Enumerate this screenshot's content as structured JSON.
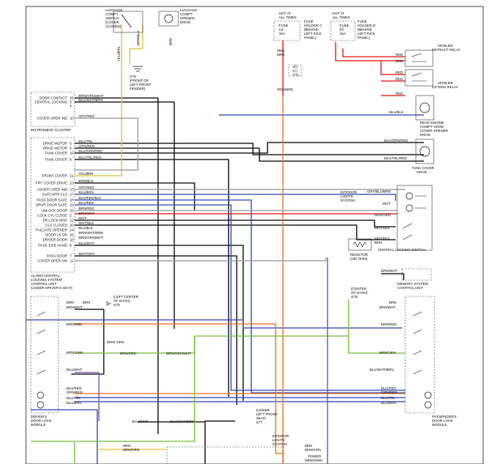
{
  "colors": {
    "black": "#101010",
    "blue": "#3a4fb8",
    "red": "#e02020",
    "orange": "#e07a2a",
    "yellow": "#e0c340",
    "green": "#7ac143",
    "violet": "#7a55b8",
    "gray": "#9a9a9a",
    "brown": "#8a6a3a"
  },
  "components": {
    "luggage_switch": [
      "LUGGAGE",
      "COMPT",
      "SWITCH",
      "(COVER",
      "CLOSED)"
    ],
    "luggage_opener": [
      "LUGGAGE",
      "COMPT",
      "OPENER",
      "DRIVE"
    ],
    "hot_c": [
      "HOT AT",
      "ALL TIMES"
    ],
    "fuse_c": [
      "FUSE",
      "C2",
      "15A"
    ],
    "fuse_holder_c": [
      "FUSE",
      "HOLDER C",
      "(BEHIND",
      "LEFT KICK",
      "PANEL)"
    ],
    "hot_d": [
      "HOT AT",
      "ALL TIMES"
    ],
    "fuse_d": [
      "FUSE",
      "D7",
      "15A"
    ],
    "fuse_holder_d": [
      "FUSE",
      "HOLDER D",
      "(BEHIND",
      "LEFT KICK",
      "PANEL)"
    ],
    "spoiler_retract": [
      "SPOILER",
      "RETRACT RELAY"
    ],
    "spoiler_extend": [
      "SPOILER",
      "EXTEND RELAY"
    ],
    "g_front": [
      "G*D",
      "(FRONT OF",
      "LEFT FRONT",
      "FENDER)"
    ],
    "jc": [
      "J/C",
      "(C)",
      "ST1"
    ],
    "instrument_cluster": "INSTRUMENT CLUSTER",
    "rear_engine_cover": [
      "REAR ENGINE",
      "COMPT HOOD",
      "COVER OPENER",
      "DRIVE"
    ],
    "tank_cover_drive": [
      "TANK COVER",
      "DRIVE"
    ],
    "interior_lights": [
      "INTERIOR",
      "LIGHTS",
      "SYSTEM"
    ],
    "central_locking_switch": "CENTRAL LOCKING SWITCH",
    "resistor": [
      "RESISTOR",
      "(180 OHM)"
    ],
    "memory_system": [
      "MEMORY SYSTEM",
      "CONTROL UNIT"
    ],
    "alarm_unit": [
      "ALARM CENTRAL",
      "LOCKING SYSTEM",
      "CONTROL UNIT",
      "(UNDER DRIVER'S SEAT)"
    ],
    "g_left_dash": [
      "(LEFT CENTER",
      "OF DASH)",
      "G*D"
    ],
    "g_center_dash": [
      "(CENTER",
      "OF DASH)",
      "G*D"
    ],
    "drivers_door": [
      "DRIVER'S",
      "DOOR LOCK",
      "MODULE"
    ],
    "passengers_door": [
      "PASSENGER'S",
      "DOOR LOCK",
      "MODULE"
    ],
    "g_left_front_seat": [
      "(UNDER",
      "LEFT FRONT",
      "SEAT)",
      "G*T"
    ],
    "interior_lights_bottom": [
      "INTERIOR",
      "LIGHTS",
      "SYSTEM"
    ],
    "power_windows": [
      "POWER",
      "WINDOWS"
    ]
  },
  "alarm_pins": [
    {
      "pin": "25",
      "label": "DOOR CONTACT",
      "wire": "BRN/GRN/WHT"
    },
    {
      "pin": "3",
      "label": "CENTRAL LOCKING",
      "wire": "BLU/WHT/BRN"
    },
    {
      "pin": "4",
      "label": "",
      "wire": ""
    },
    {
      "pin": "10",
      "label": "COVER OPEN IND",
      "wire": "GRY/RED"
    },
    {
      "pin": "6",
      "label": "DRIVE MOTOR",
      "wire": "BLU/YEL"
    },
    {
      "pin": "5",
      "label": "DRIVE MOTOR",
      "wire": "GRN/RED"
    },
    {
      "pin": "16",
      "label": "TANK COVER",
      "wire": "BLU/GRN/RED"
    },
    {
      "pin": "9",
      "label": "TANK COVER",
      "wire": "BLU/YEL/RED"
    },
    {
      "pin": "21",
      "label": "FRONT COVER",
      "wire": "YEL/BRN"
    },
    {
      "pin": "23",
      "label": "FRT COVER DRIVE",
      "wire": "BRN/BLK"
    },
    {
      "pin": "13",
      "label": "COVER OPEN IND",
      "wire": "GRY/RED"
    },
    {
      "pin": "17",
      "label": "SAFE MTR CLS",
      "wire": "BLU/BRN"
    },
    {
      "pin": "28",
      "label": "PASS DOOR SAFE",
      "wire": "BLU/RED/BLK"
    },
    {
      "pin": "19",
      "label": "DRVR DOOR SAFE",
      "wire": "BLU/RED"
    },
    {
      "pin": "15",
      "label": "UNLOCK DOOR",
      "wire": "BRN/RED"
    },
    {
      "pin": "2",
      "label": "LOCK CYL CLOSE",
      "wire": "BRN/WHT"
    },
    {
      "pin": "12",
      "label": "DR LOCK DISP",
      "wire": "WHT"
    },
    {
      "pin": "20",
      "label": "CLS CLOSED",
      "wire": "WHT/BLK"
    },
    {
      "pin": "24",
      "label": "TAILGATE OPENER",
      "wire": "BLU/BLK"
    },
    {
      "pin": "26",
      "label": "DOOR LK DR",
      "wire": "BRN/WHT/BRN"
    },
    {
      "pin": "18",
      "label": "DRIVER DOOR",
      "wire": "BRN/GRN/WHT"
    },
    {
      "pin": "8",
      "label": "PASS SIDE HAND",
      "wire": "BLU/WHT"
    },
    {
      "pin": "7",
      "label": "PASS DOOR",
      "wire": "WHT/GRY"
    },
    {
      "pin": "11",
      "label": "COVER OPEN SW",
      "wire": ""
    }
  ],
  "wires": {
    "yel_brn": "YEL/BRN",
    "brn_blk": "BRN/BLK",
    "brn": "BRN",
    "brn_wht": "BRN/WHT",
    "red": "RED",
    "red_brn": "RED/BRN",
    "blu_blk": "BLU/BLK",
    "blu_grn_red": "BLU/GRN/RED",
    "blu_yel_red": "BLU/YEL/RED",
    "gry_blu_brn": "GRY/BLU/BRN",
    "wht": "WHT",
    "red_grn": "RED/GRN",
    "wht_blk": "WHT/BLK",
    "wht_blk2": "WHT/BLK",
    "brn_red": "BRN/RED",
    "brn_grn": "BRN/GRN",
    "brn_grn_wht": "BRN/GRN/WHT",
    "blu_red": "BLU/RED",
    "grn_red": "GRN/RED",
    "blu_yel": "BLU/YEL",
    "blu_brn": "BLU/BRN",
    "blu_wht": "BLU/WHT",
    "blu_wht_brn": "BLU/WHT/BRN",
    "brn_grn_v": "BRN/ GRN",
    "blu_red_blk": "BLU/RED/BLK"
  }
}
